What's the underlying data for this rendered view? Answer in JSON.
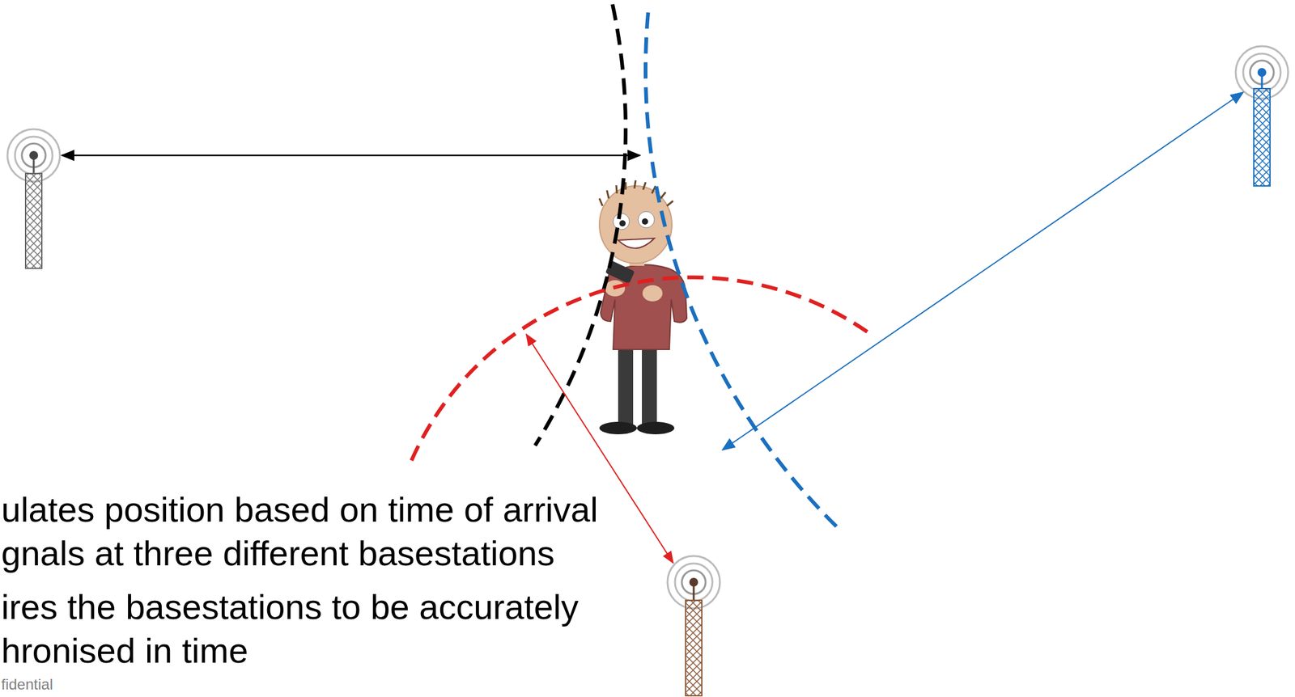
{
  "diagram": {
    "labels": [
      "ulates position based on time of arrival gnals at three different basestations",
      "ires the basestations to be accurately hronised in time",
      "fidential"
    ]
  }
}
